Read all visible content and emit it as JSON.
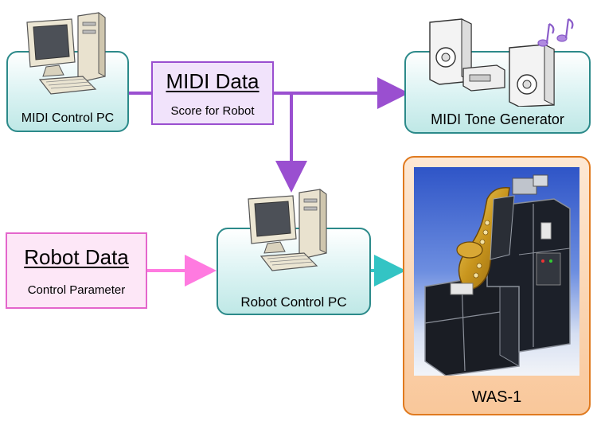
{
  "nodes": {
    "midi_pc": {
      "label": "MIDI Control PC",
      "icon": "desktop-computer-icon"
    },
    "midi_data": {
      "title": "MIDI Data",
      "subtitle": "Score for Robot"
    },
    "tone_gen": {
      "label": "MIDI Tone Generator",
      "icon": "speakers-stereo-icon"
    },
    "robot_data": {
      "title": "Robot Data",
      "subtitle": "Control Parameter"
    },
    "robot_pc": {
      "label": "Robot Control PC",
      "icon": "desktop-computer-icon"
    },
    "was1": {
      "label": "WAS-1",
      "image": "saxophone-robot-photo"
    }
  },
  "colors": {
    "purple_arrow": "#9a4fd0",
    "pink_arrow": "#ff7ae0",
    "teal_arrow": "#33c4c4",
    "teal_border": "#2c8a8a",
    "orange_border": "#e07a1f"
  }
}
